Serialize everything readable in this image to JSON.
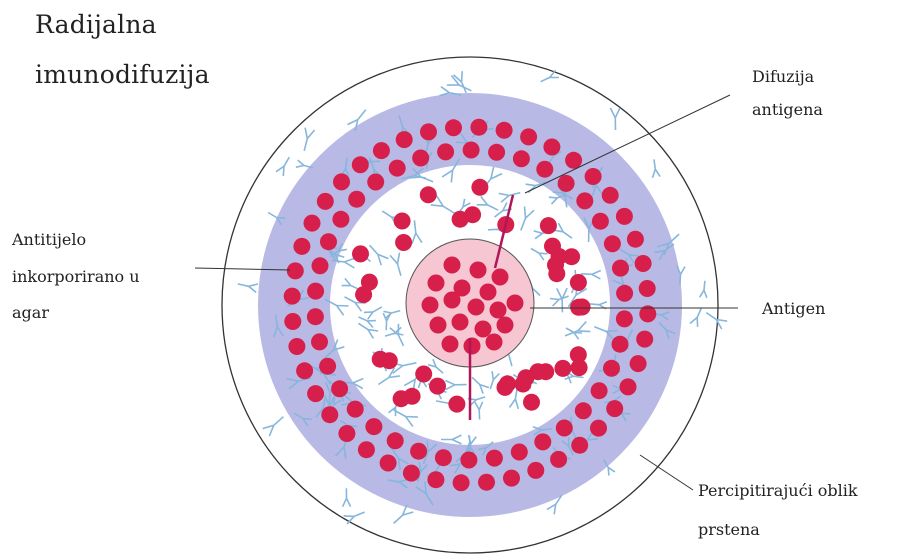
{
  "title": {
    "line1": "Radijalna",
    "line2": "imunodifuzija"
  },
  "labels": {
    "diffusion": {
      "line1": "Difuzija",
      "line2": "antigena"
    },
    "antibody": {
      "line1": "Antitijelo",
      "line2": "inkorporirano u",
      "line3": "agar"
    },
    "antigen": "Antigen",
    "ring": {
      "line1": "Percipitirajući oblik",
      "line2": "prstena"
    }
  },
  "colors": {
    "antigen_dot": "#d61f4a",
    "precipitin_ring": "#b9b9e6",
    "antibody": "#86b6dc",
    "antigen_well": "#f6c6d2",
    "diffusion_arrow": "#b0165a",
    "outline": "#333333"
  }
}
